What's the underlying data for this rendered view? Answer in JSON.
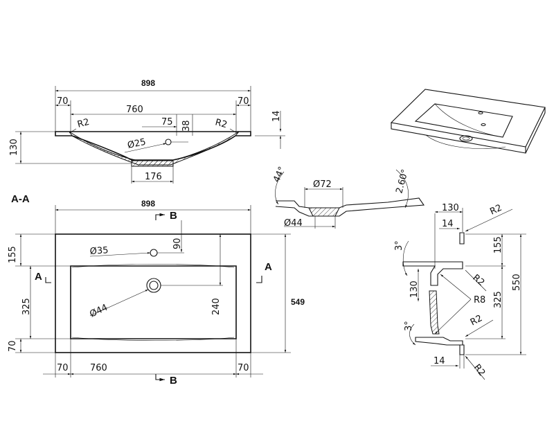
{
  "top_view": {
    "overall_width": "898",
    "left_margin": "70",
    "bowl_width": "760",
    "right_margin": "70",
    "radius_left": "R2",
    "radius_right": "R2",
    "offset_75": "75",
    "offset_38": "38",
    "thickness": "14",
    "depth": "130",
    "drain_dia": "25",
    "drain_width": "176"
  },
  "plan_view": {
    "section_label": "A-A",
    "overall_width": "898",
    "marker_b_top": "B",
    "marker_b_bottom": "B",
    "marker_a_left": "A",
    "marker_a_right": "A",
    "dim_155": "155",
    "dim_325": "325",
    "dim_70": "70",
    "dim_90": "90",
    "dim_240": "240",
    "dim_549": "549",
    "tap_hole": "35",
    "drain_hole": "44",
    "bottom_left": "70",
    "bottom_760": "760",
    "bottom_right": "70"
  },
  "drain_detail": {
    "angle_left": "44°",
    "angle_right": "2.60°",
    "dia_72": "72",
    "dia_44": "44"
  },
  "section_b": {
    "dim_130": "130",
    "dim_14_top": "14",
    "r2_top": "R2",
    "dim_155": "155",
    "dim_550": "550",
    "angle_top": "3°",
    "r2_mid": "R2",
    "dim_130_v": "130",
    "r8": "R8",
    "dim_325": "325",
    "r2_low": "R2",
    "angle_bottom": "3°",
    "dim_14_bottom": "14",
    "r2_bottom": "R2"
  },
  "phi": "Ø"
}
